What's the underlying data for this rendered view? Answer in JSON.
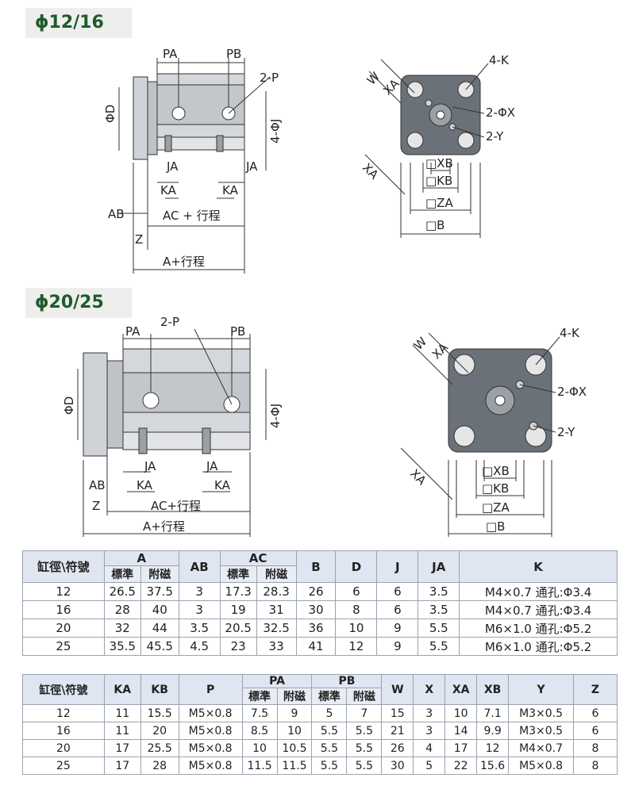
{
  "sections": [
    {
      "title": "ϕ12/16"
    },
    {
      "title": "ϕ20/25"
    }
  ],
  "labels": {
    "PA": "PA",
    "PB": "PB",
    "P": "2-P",
    "D": "ΦD",
    "J": "4-ΦJ",
    "JA": "JA",
    "KA": "KA",
    "AB": "AB",
    "Z": "Z",
    "AC": "AC + 行程",
    "AC2": "AC+行程",
    "A": "A+行程",
    "W": "W",
    "XA": "XA",
    "K": "4-K",
    "X": "2-ΦX",
    "Y": "2-Y",
    "XB": "□XB",
    "KB": "□KB",
    "ZA": "□ZA",
    "B": "□B"
  },
  "table1": {
    "headers": {
      "bore": "缸徑\\符號",
      "A": "A",
      "AB": "AB",
      "AC": "AC",
      "B": "B",
      "D": "D",
      "J": "J",
      "JA": "JA",
      "K": "K",
      "std": "標準",
      "mag": "附磁"
    },
    "rows": [
      [
        "12",
        "26.5",
        "37.5",
        "3",
        "17.3",
        "28.3",
        "26",
        "6",
        "6",
        "3.5",
        "M4×0.7 通孔:Φ3.4"
      ],
      [
        "16",
        "28",
        "40",
        "3",
        "19",
        "31",
        "30",
        "8",
        "6",
        "3.5",
        "M4×0.7 通孔:Φ3.4"
      ],
      [
        "20",
        "32",
        "44",
        "3.5",
        "20.5",
        "32.5",
        "36",
        "10",
        "9",
        "5.5",
        "M6×1.0 通孔:Φ5.2"
      ],
      [
        "25",
        "35.5",
        "45.5",
        "4.5",
        "23",
        "33",
        "41",
        "12",
        "9",
        "5.5",
        "M6×1.0 通孔:Φ5.2"
      ]
    ]
  },
  "table2": {
    "headers": {
      "bore": "缸徑\\符號",
      "KA": "KA",
      "KB": "KB",
      "P": "P",
      "PA": "PA",
      "PB": "PB",
      "W": "W",
      "X": "X",
      "XA": "XA",
      "XB": "XB",
      "Y": "Y",
      "Z": "Z",
      "std": "標準",
      "mag": "附磁"
    },
    "rows": [
      [
        "12",
        "11",
        "15.5",
        "M5×0.8",
        "7.5",
        "9",
        "5",
        "7",
        "15",
        "3",
        "10",
        "7.1",
        "M3×0.5",
        "6"
      ],
      [
        "16",
        "11",
        "20",
        "M5×0.8",
        "8.5",
        "10",
        "5.5",
        "5.5",
        "21",
        "3",
        "14",
        "9.9",
        "M3×0.5",
        "6"
      ],
      [
        "20",
        "17",
        "25.5",
        "M5×0.8",
        "10",
        "10.5",
        "5.5",
        "5.5",
        "26",
        "4",
        "17",
        "12",
        "M4×0.7",
        "8"
      ],
      [
        "25",
        "17",
        "28",
        "M5×0.8",
        "11.5",
        "11.5",
        "5.5",
        "5.5",
        "30",
        "5",
        "22",
        "15.6",
        "M5×0.8",
        "8"
      ]
    ]
  },
  "colors": {
    "body": "#c9cdd2",
    "dark": "#555b62",
    "header_bg": "#dfe6f1",
    "tag_text": "#1f5a2b"
  }
}
